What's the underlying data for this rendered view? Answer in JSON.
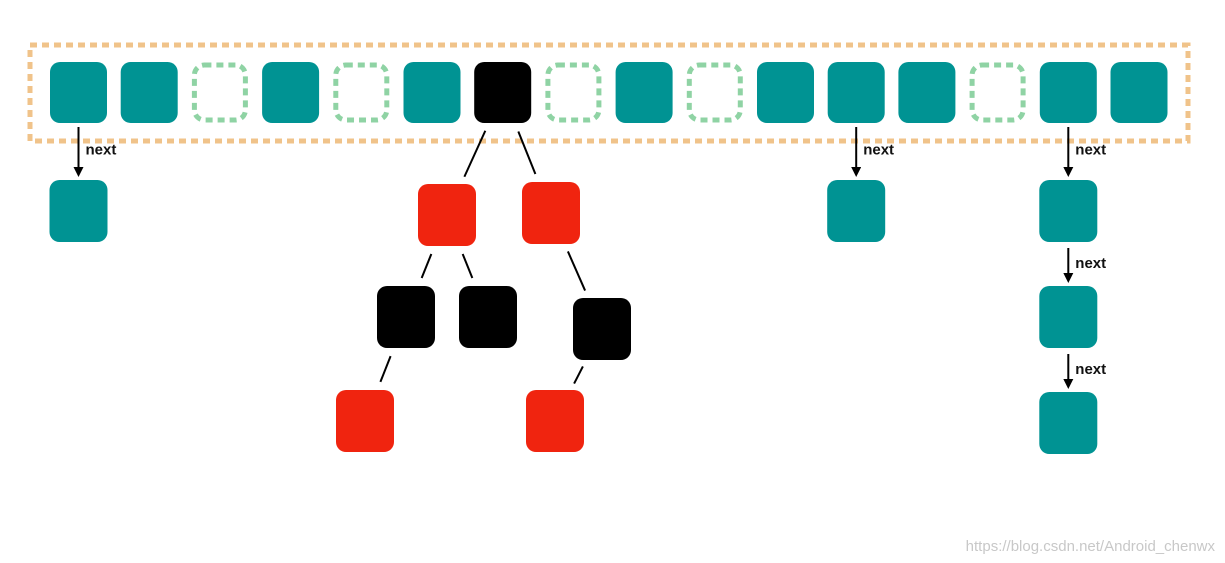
{
  "diagram": {
    "next_label": "next",
    "watermark": "https://blog.csdn.net/Android_chenwx"
  },
  "colors": {
    "bucket_border": "#f0c38a",
    "teal_node": "#009393",
    "empty_slot_border": "#8fd3a4",
    "red_node": "#f0240f",
    "black_node": "#000000",
    "edge": "#000000"
  },
  "buckets": [
    {
      "state": "filled"
    },
    {
      "state": "filled"
    },
    {
      "state": "empty"
    },
    {
      "state": "filled"
    },
    {
      "state": "empty"
    },
    {
      "state": "filled"
    },
    {
      "state": "tree-root"
    },
    {
      "state": "empty"
    },
    {
      "state": "filled"
    },
    {
      "state": "empty"
    },
    {
      "state": "filled"
    },
    {
      "state": "filled"
    },
    {
      "state": "filled"
    },
    {
      "state": "empty"
    },
    {
      "state": "filled"
    },
    {
      "state": "filled"
    }
  ],
  "linked_lists": [
    {
      "bucket_index": 0,
      "length": 1
    },
    {
      "bucket_index": 11,
      "length": 1
    },
    {
      "bucket_index": 14,
      "length": 3
    }
  ],
  "red_black_tree": {
    "bucket_index": 6,
    "nodes": [
      {
        "id": "root",
        "color": "black"
      },
      {
        "id": "l",
        "color": "red",
        "parent": "root"
      },
      {
        "id": "r",
        "color": "red",
        "parent": "root"
      },
      {
        "id": "ll",
        "color": "black",
        "parent": "l"
      },
      {
        "id": "lr",
        "color": "black",
        "parent": "l"
      },
      {
        "id": "rl",
        "color": "black",
        "parent": "r"
      },
      {
        "id": "lll",
        "color": "red",
        "parent": "ll"
      },
      {
        "id": "rll",
        "color": "red",
        "parent": "rl"
      }
    ]
  }
}
